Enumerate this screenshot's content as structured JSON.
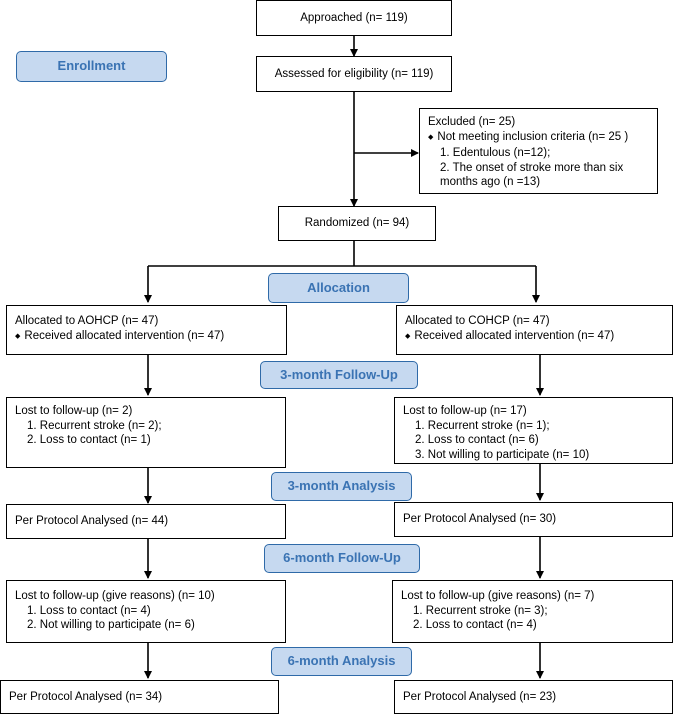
{
  "stages": {
    "enrollment": "Enrollment",
    "allocation": "Allocation",
    "followup3": "3-month Follow-Up",
    "analysis3": "3-month Analysis",
    "followup6": "6-month Follow-Up",
    "analysis6": "6-month Analysis"
  },
  "approached": "Approached (n= 119)",
  "assessed": "Assessed for eligibility (n= 119)",
  "excluded": {
    "title": "Excluded (n= 25)",
    "bullet": "Not meeting inclusion criteria (n= 25 )",
    "items": [
      "1. Edentulous (n=12);",
      "2. The onset of stroke more than six",
      "months ago (n =13)"
    ]
  },
  "randomized": "Randomized (n= 94)",
  "left": {
    "allocated": "Allocated to AOHCP (n= 47)",
    "received": "Received allocated intervention (n= 47)",
    "lost3": {
      "title": "Lost to follow-up (n= 2)",
      "items": [
        "1. Recurrent stroke (n= 2);",
        "2. Loss to contact (n= 1)"
      ]
    },
    "analysed3": "Per Protocol Analysed (n= 44)",
    "lost6": {
      "title": "Lost to follow-up (give reasons) (n= 10)",
      "items": [
        "1. Loss to contact (n= 4)",
        "2. Not willing to participate (n= 6)"
      ]
    },
    "analysed6": "Per Protocol Analysed (n= 34)"
  },
  "right": {
    "allocated": "Allocated to COHCP (n= 47)",
    "received": "Received allocated intervention (n= 47)",
    "lost3": {
      "title": "Lost to follow-up (n= 17)",
      "items": [
        "1. Recurrent stroke (n= 1);",
        "2. Loss to contact (n= 6)",
        "3. Not willing to participate (n= 10)"
      ]
    },
    "analysed3": "Per Protocol Analysed (n= 30)",
    "lost6": {
      "title": "Lost to follow-up (give reasons) (n= 7)",
      "items": [
        "1. Recurrent stroke (n= 3);",
        "2. Loss to contact (n= 4)"
      ]
    },
    "analysed6": "Per Protocol Analysed (n= 23)"
  }
}
